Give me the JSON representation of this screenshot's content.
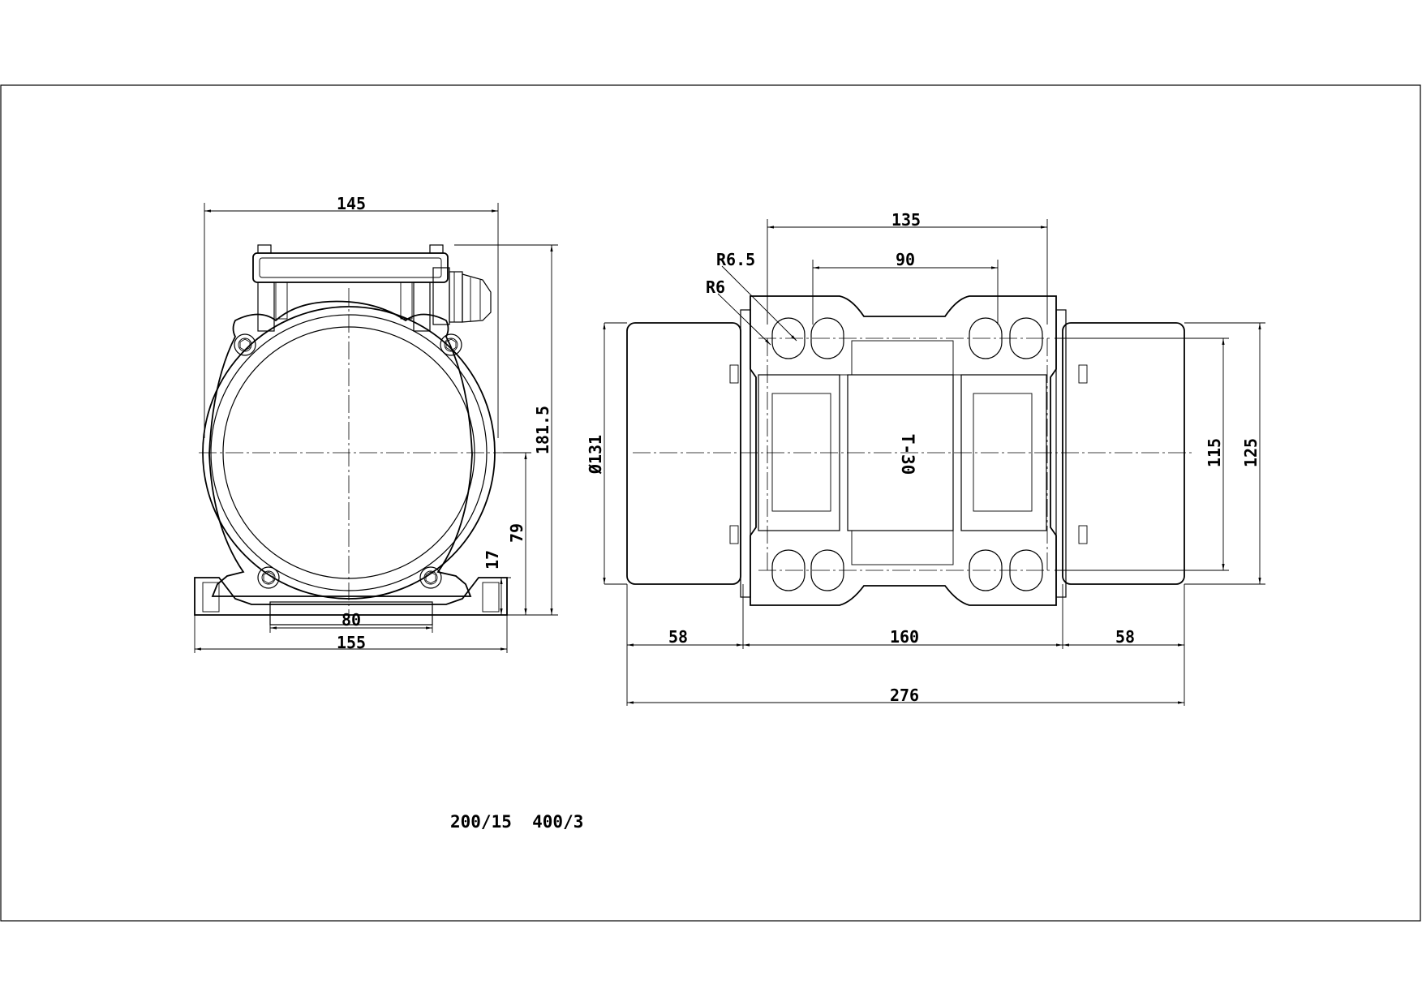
{
  "drawing": {
    "footer_note": "200/15  400/3",
    "rotated_label": "T-30"
  },
  "front_view": {
    "dims": {
      "overall_width": "145",
      "base_width": "155",
      "slot_width": "80",
      "total_height": "181.5",
      "center_height": "79",
      "base_height": "17"
    }
  },
  "side_view": {
    "dims": {
      "outer_hole_spacing": "135",
      "inner_hole_spacing": "90",
      "slot_radius_outer": "R6.5",
      "slot_radius_inner": "R6",
      "cap_diameter": "Ø131",
      "left_cap_length": "58",
      "body_length": "160",
      "right_cap_length": "58",
      "overall_length": "276",
      "hole_vertical_spacing": "115",
      "foot_height": "125"
    }
  }
}
